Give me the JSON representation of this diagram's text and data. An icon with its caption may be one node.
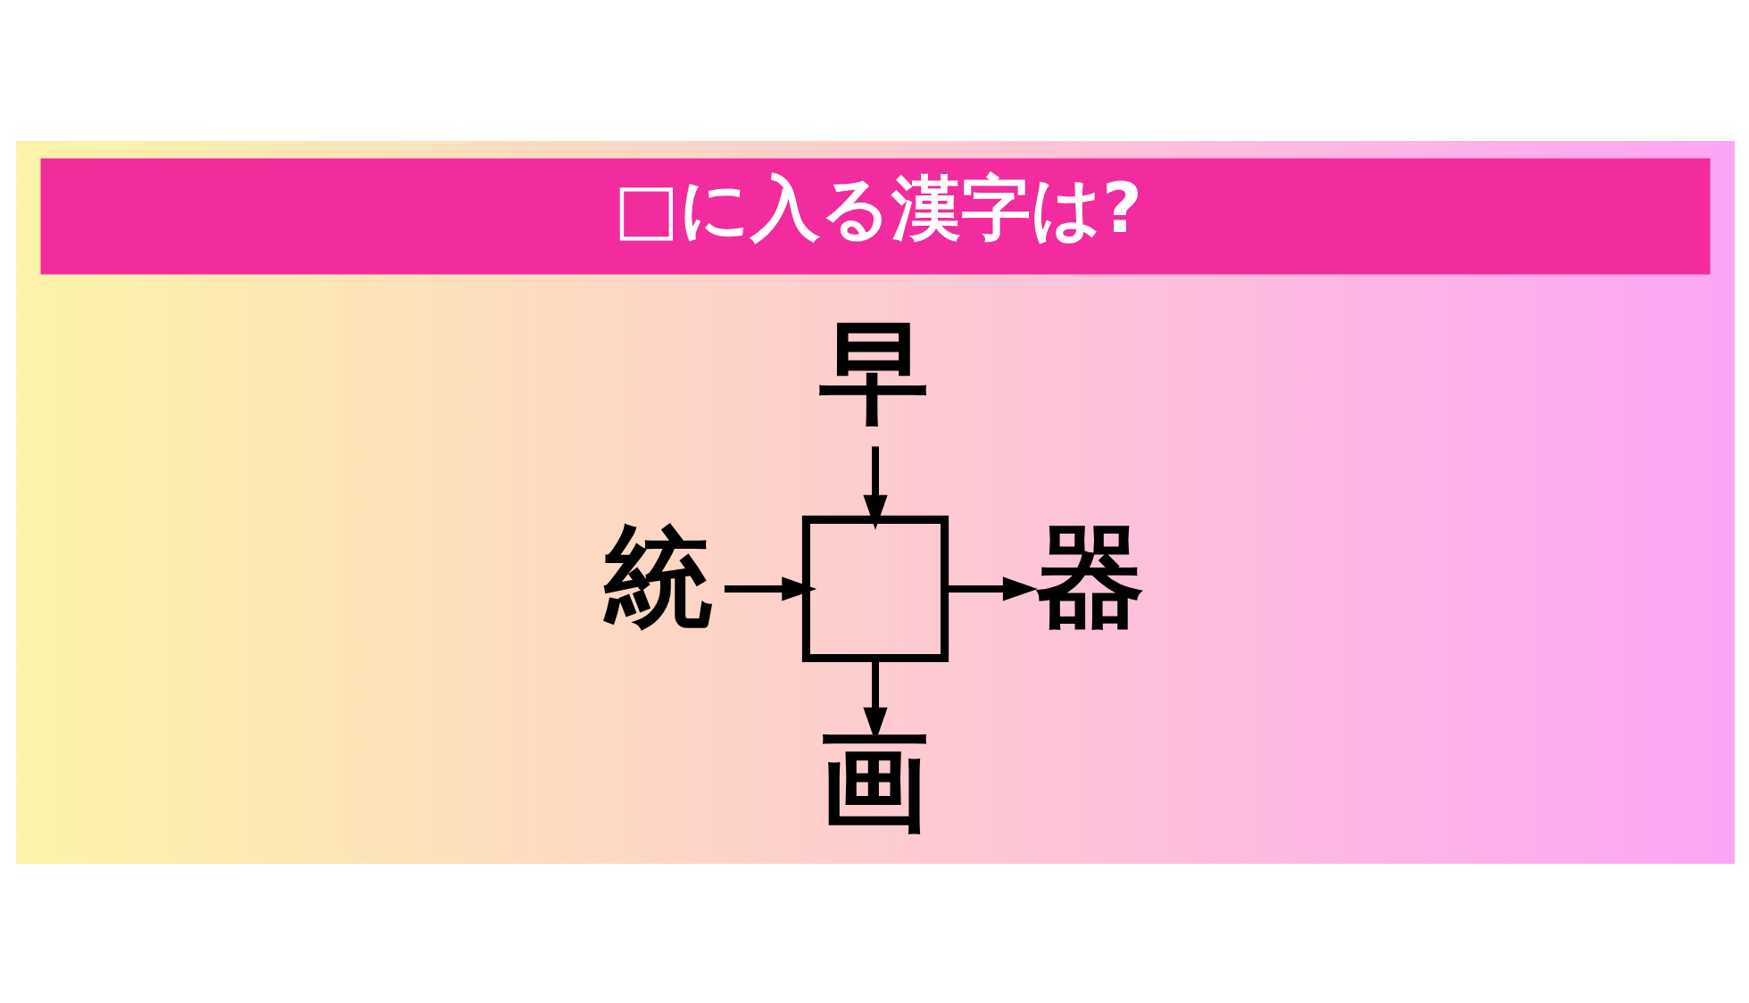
{
  "diagram": {
    "title": "□に入る漢字は?",
    "nodes": [
      {
        "text": [
          "早"
        ]
      },
      {
        "text": [
          "統"
        ]
      },
      {
        "text": [],
        "shape": "box"
      },
      {
        "text": [
          "器"
        ]
      },
      {
        "text": [
          "画"
        ]
      }
    ],
    "edges": [
      {
        "from": 0,
        "to": 2,
        "arrow": "to"
      },
      {
        "from": 1,
        "to": 2,
        "arrow": "to"
      },
      {
        "from": 2,
        "to": 3,
        "arrow": "to"
      },
      {
        "from": 2,
        "to": 4,
        "arrow": "to"
      }
    ]
  }
}
